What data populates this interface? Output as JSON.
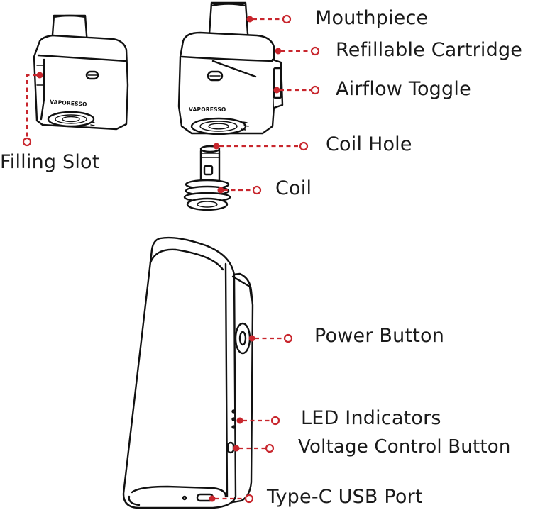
{
  "labels": {
    "mouthpiece": "Mouthpiece",
    "refillable_cartridge": "Refillable Cartridge",
    "airflow_toggle": "Airflow Toggle",
    "filling_slot": "Filling Slot",
    "coil_hole": "Coil Hole",
    "coil": "Coil",
    "power_button": "Power Button",
    "led_indicators": "LED Indicators",
    "voltage_control_button": "Voltage Control Button",
    "type_c_usb_port": "Type-C USB Port"
  },
  "brand_text": "VAPORESSO",
  "colors": {
    "leader": "#c8262d",
    "line_art": "#111111",
    "label_text": "#1a1a1a",
    "background": "#ffffff"
  }
}
